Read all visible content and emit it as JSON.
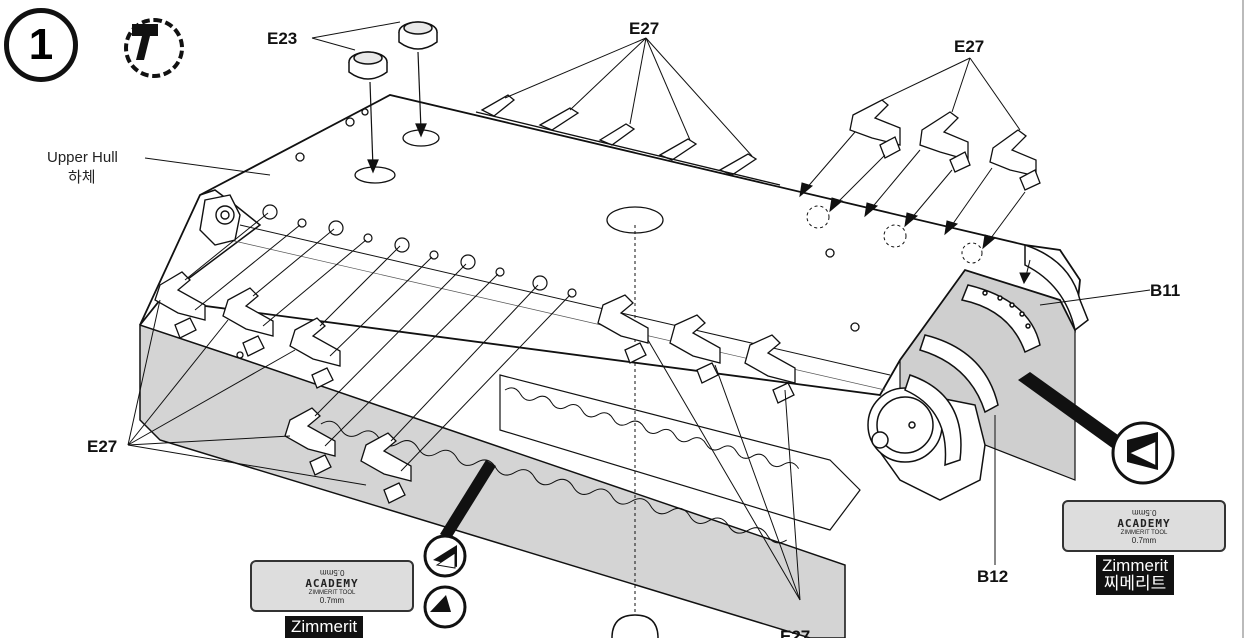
{
  "step": {
    "number": "1",
    "icon": "hammer-icon"
  },
  "labels": {
    "e23": "E23",
    "e27_top_left": "E27",
    "e27_top_right": "E27",
    "e27_left": "E27",
    "e27_bottom": "E27",
    "b11": "B11",
    "b12": "B12",
    "upper_hull_en": "Upper Hull",
    "upper_hull_ko": "하체"
  },
  "zimmerit_tool": {
    "brand": "ACADEMY",
    "tool_name": "ZIMMERIT TOOL",
    "width_large": "0.7mm",
    "width_small": "0.5mm",
    "label_en": "Zimmerit",
    "label_ko": "찌메리트"
  },
  "colors": {
    "line": "#111111",
    "shade": "#cccccc",
    "hull": "#ffffff"
  }
}
